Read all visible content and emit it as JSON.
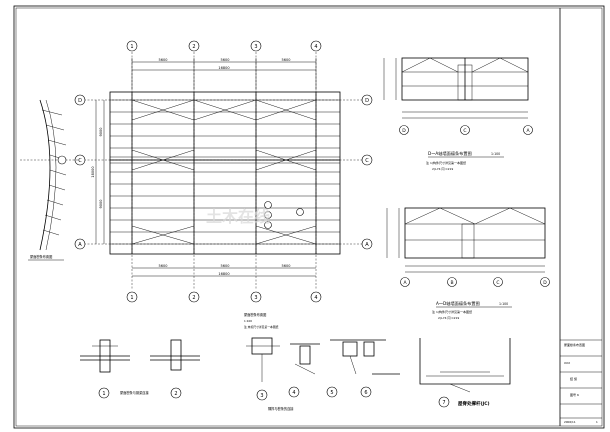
{
  "plan": {
    "top_axes": [
      "1",
      "2",
      "3",
      "4"
    ],
    "bottom_axes": [
      "1",
      "2",
      "3",
      "4"
    ],
    "left_axes": [
      "D",
      "C",
      "A"
    ],
    "right_axes": [
      "D",
      "C",
      "A"
    ],
    "top_dims": [
      "5600",
      "5600",
      "5600"
    ],
    "total_dim": "16800",
    "left_dims": [
      "9000",
      "9000"
    ],
    "left_total": "18000"
  },
  "side_section_label": "屋面檩条布置图",
  "elevation_top": {
    "axes": [
      "D",
      "C",
      "A"
    ],
    "caption": "D～A轴墙面檩条布置图",
    "scale": "1:100",
    "notes": [
      "注 1)构件尺寸详见第一本图纸",
      "2)L74 同 C219"
    ]
  },
  "elevation_bottom": {
    "axes": [
      "A",
      "B",
      "C",
      "D"
    ],
    "caption": "A～D轴墙面檩条布置图",
    "scale": "1:100",
    "notes": [
      "注 1)构件尺寸详见第一本图纸",
      "2)L74 同 C219"
    ]
  },
  "details": [
    {
      "num": "1",
      "title": "屋面檩条与钢梁连接"
    },
    {
      "num": "2",
      "title": ""
    },
    {
      "num": "3",
      "title": ""
    },
    {
      "num": "4",
      "title": ""
    },
    {
      "num": "5",
      "title": "隅撑与檩条的连接"
    },
    {
      "num": "6",
      "title": ""
    },
    {
      "num": "7",
      "title": "屋脊处撑杆(JC)"
    }
  ],
  "detail_notes": {
    "d3_title": "屋面檩条布置图",
    "d3_scale": "1:100",
    "d3_note": "注  未标尺寸详见第一本图纸"
  },
  "title_block": {
    "items": [
      "屋面檩条布置图",
      "XXX",
      "结 施",
      "图号 6"
    ],
    "date": "2006/11",
    "page": "1"
  },
  "watermark": "土木在线"
}
